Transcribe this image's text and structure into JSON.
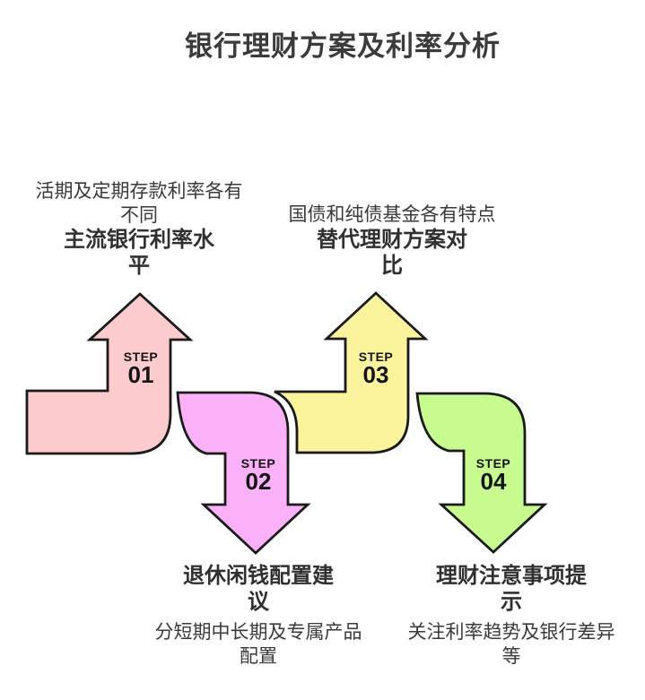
{
  "title": "银行理财方案及利率分析",
  "colors": {
    "step1_fill": "#FBCBCE",
    "step2_fill": "#FBB1F7",
    "step3_fill": "#FCF49C",
    "step4_fill": "#C7FA8F",
    "outline": "#1A1A1A"
  },
  "steps": [
    {
      "step_word": "STEP",
      "number": "01",
      "heading_lines": [
        "主流银行利率水",
        "平"
      ],
      "desc_lines": [
        "活期及定期存款利率各有",
        "不同"
      ]
    },
    {
      "step_word": "STEP",
      "number": "02",
      "heading_lines": [
        "退休闲钱配置建",
        "议"
      ],
      "desc_lines": [
        "分短期中长期及专属产品",
        "配置"
      ]
    },
    {
      "step_word": "STEP",
      "number": "03",
      "heading_lines": [
        "替代理财方案对",
        "比"
      ],
      "desc_lines": [
        "国债和纯债基金各有特点"
      ]
    },
    {
      "step_word": "STEP",
      "number": "04",
      "heading_lines": [
        "理财注意事项提",
        "示"
      ],
      "desc_lines": [
        "关注利率趋势及银行差异",
        "等"
      ]
    }
  ]
}
